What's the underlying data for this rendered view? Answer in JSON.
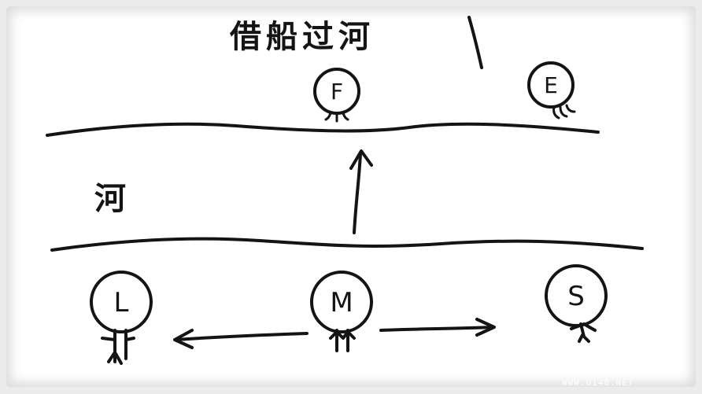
{
  "diagram": {
    "title": "借船过河",
    "river_label": "河",
    "people": {
      "F": "F",
      "E": "E",
      "L": "L",
      "M": "M",
      "S": "S"
    }
  },
  "watermark": "WWW.U148.NET"
}
